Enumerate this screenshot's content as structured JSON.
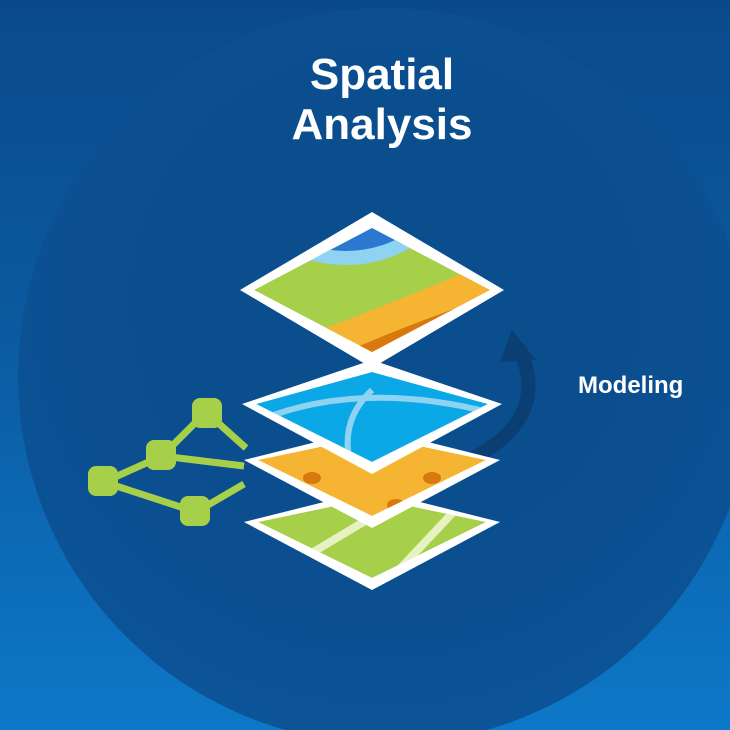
{
  "title": {
    "line1": "Spatial",
    "line2": "Analysis"
  },
  "label": {
    "modeling": "Modeling"
  },
  "icons": {
    "stack": "layered-map-stack-icon",
    "network": "network-graph-icon",
    "arrow": "curved-arrow-icon"
  },
  "colors": {
    "background": "#0b5aa0",
    "circle": "#0a4d8c",
    "green": "#a6cf4a",
    "blue_layer": "#0aa8e6",
    "orange_layer": "#f5b431",
    "map_blue": "#2a78d0"
  }
}
